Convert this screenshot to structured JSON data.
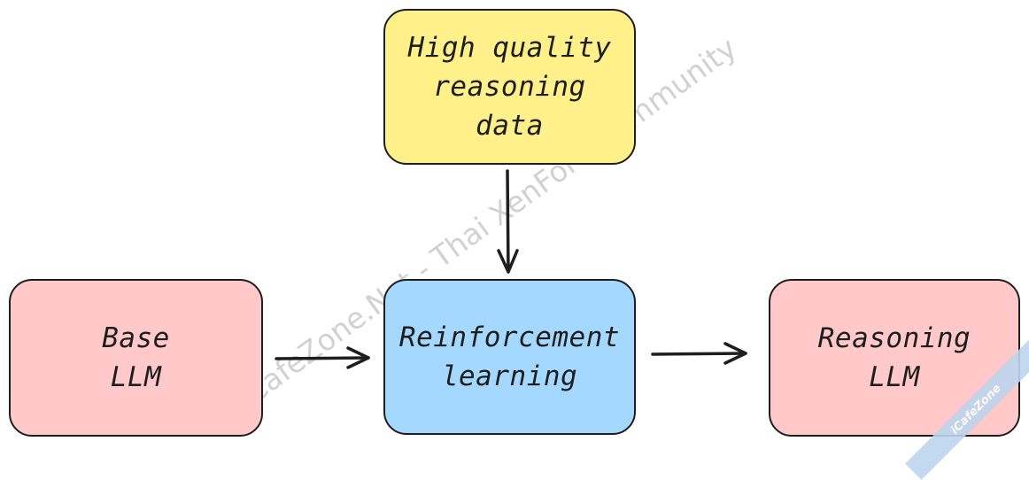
{
  "nodes": {
    "data": {
      "lines": [
        "High quality",
        "reasoning",
        "data"
      ],
      "fill": "#fff08a"
    },
    "base": {
      "lines": [
        "Base",
        "LLM"
      ],
      "fill": "#ffc9c9"
    },
    "rl": {
      "lines": [
        "Reinforcement",
        "learning"
      ],
      "fill": "#a5d8ff"
    },
    "out": {
      "lines": [
        "Reasoning",
        "LLM"
      ],
      "fill": "#ffc9c9"
    }
  },
  "edges": [
    {
      "from": "data",
      "to": "rl"
    },
    {
      "from": "base",
      "to": "rl"
    },
    {
      "from": "rl",
      "to": "out"
    }
  ],
  "watermark": "iCafeZone.Net - Thai XenForo Community",
  "corner_badge": "iCafeZone",
  "colors": {
    "stroke": "#1e1e1e"
  }
}
